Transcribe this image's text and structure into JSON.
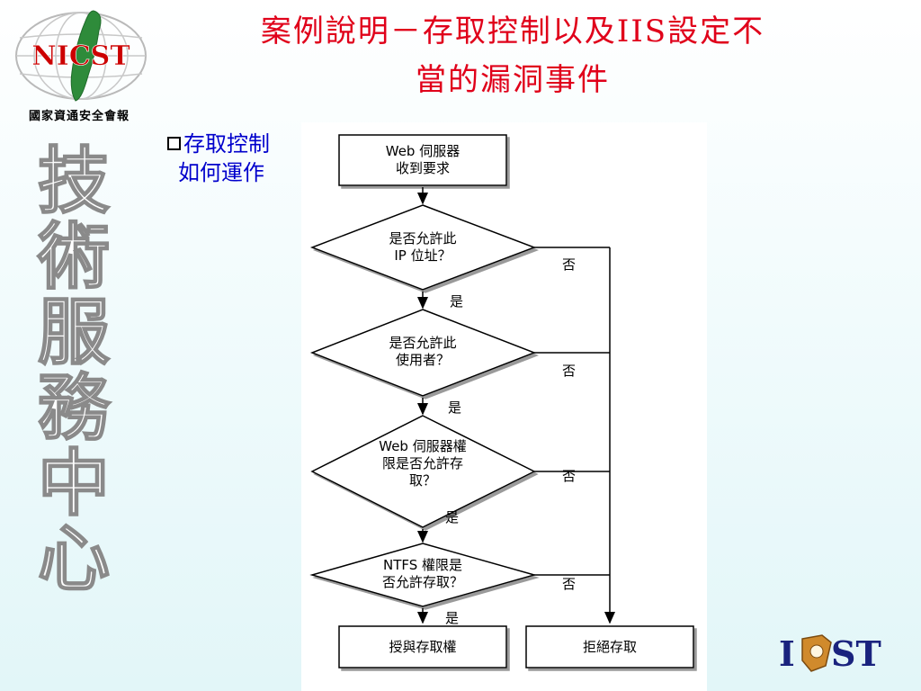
{
  "header": {
    "logo_text": "NICST",
    "agency_name": "國家資通安全會報",
    "vertical_text": [
      "技",
      "術",
      "服",
      "務",
      "中",
      "心"
    ],
    "title_line1": "案例說明－存取控制以及IIS設定不",
    "title_line2": "當的漏洞事件"
  },
  "bullet": {
    "line1": "存取控制",
    "line2": "如何運作"
  },
  "flowchart": {
    "start": [
      "Web 伺服器",
      "收到要求"
    ],
    "decisions": [
      [
        "是否允許此",
        "IP 位址？"
      ],
      [
        "是否允許此",
        "使用者？"
      ],
      [
        "Web 伺服器權",
        "限是否允許存",
        "取？"
      ],
      [
        "NTFS 權限是",
        "否允許存取？"
      ]
    ],
    "yes_label": "是",
    "no_label": "否",
    "grant": "授與存取權",
    "deny": "拒絕存取"
  },
  "footer": {
    "logo_text_left": "I",
    "logo_text_right": "ST"
  },
  "colors": {
    "title": "#e0001a",
    "bullet": "#0000cc",
    "logo": "#cc0000"
  }
}
